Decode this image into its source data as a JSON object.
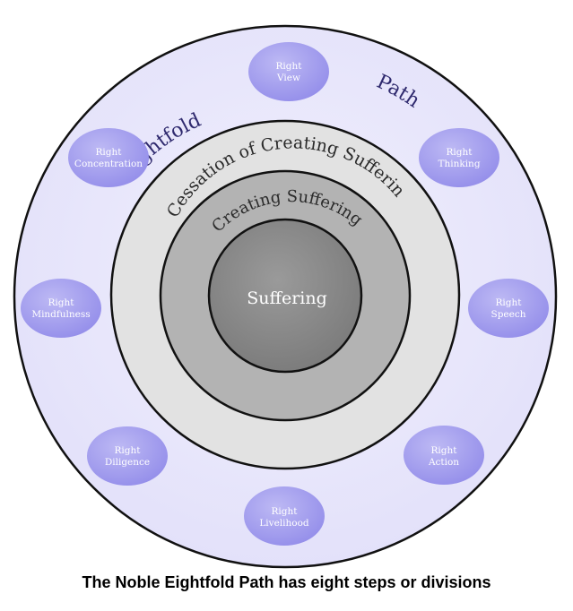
{
  "diagram": {
    "outer_ring": {
      "label_left": "Eightfold",
      "label_right": "Path"
    },
    "ring_cessation": "Cessation of Creating Suffering",
    "ring_creating": "Creating Suffering",
    "core": "Suffering",
    "steps": [
      {
        "line1": "Right",
        "line2": "View"
      },
      {
        "line1": "Right",
        "line2": "Thinking"
      },
      {
        "line1": "Right",
        "line2": "Speech"
      },
      {
        "line1": "Right",
        "line2": "Action"
      },
      {
        "line1": "Right",
        "line2": "Livelihood"
      },
      {
        "line1": "Right",
        "line2": "Diligence"
      },
      {
        "line1": "Right",
        "line2": "Mindfulness"
      },
      {
        "line1": "Right",
        "line2": "Concentration"
      }
    ],
    "colors": {
      "outer_fill": "#e8e6fb",
      "ring_cessation_fill": "#e2e2e2",
      "ring_creating_fill": "#b3b3b3",
      "core_fill": "#8a8a8a",
      "step_fill": "#a9a4ee"
    }
  },
  "caption": "The Noble Eightfold Path has eight steps or divisions"
}
